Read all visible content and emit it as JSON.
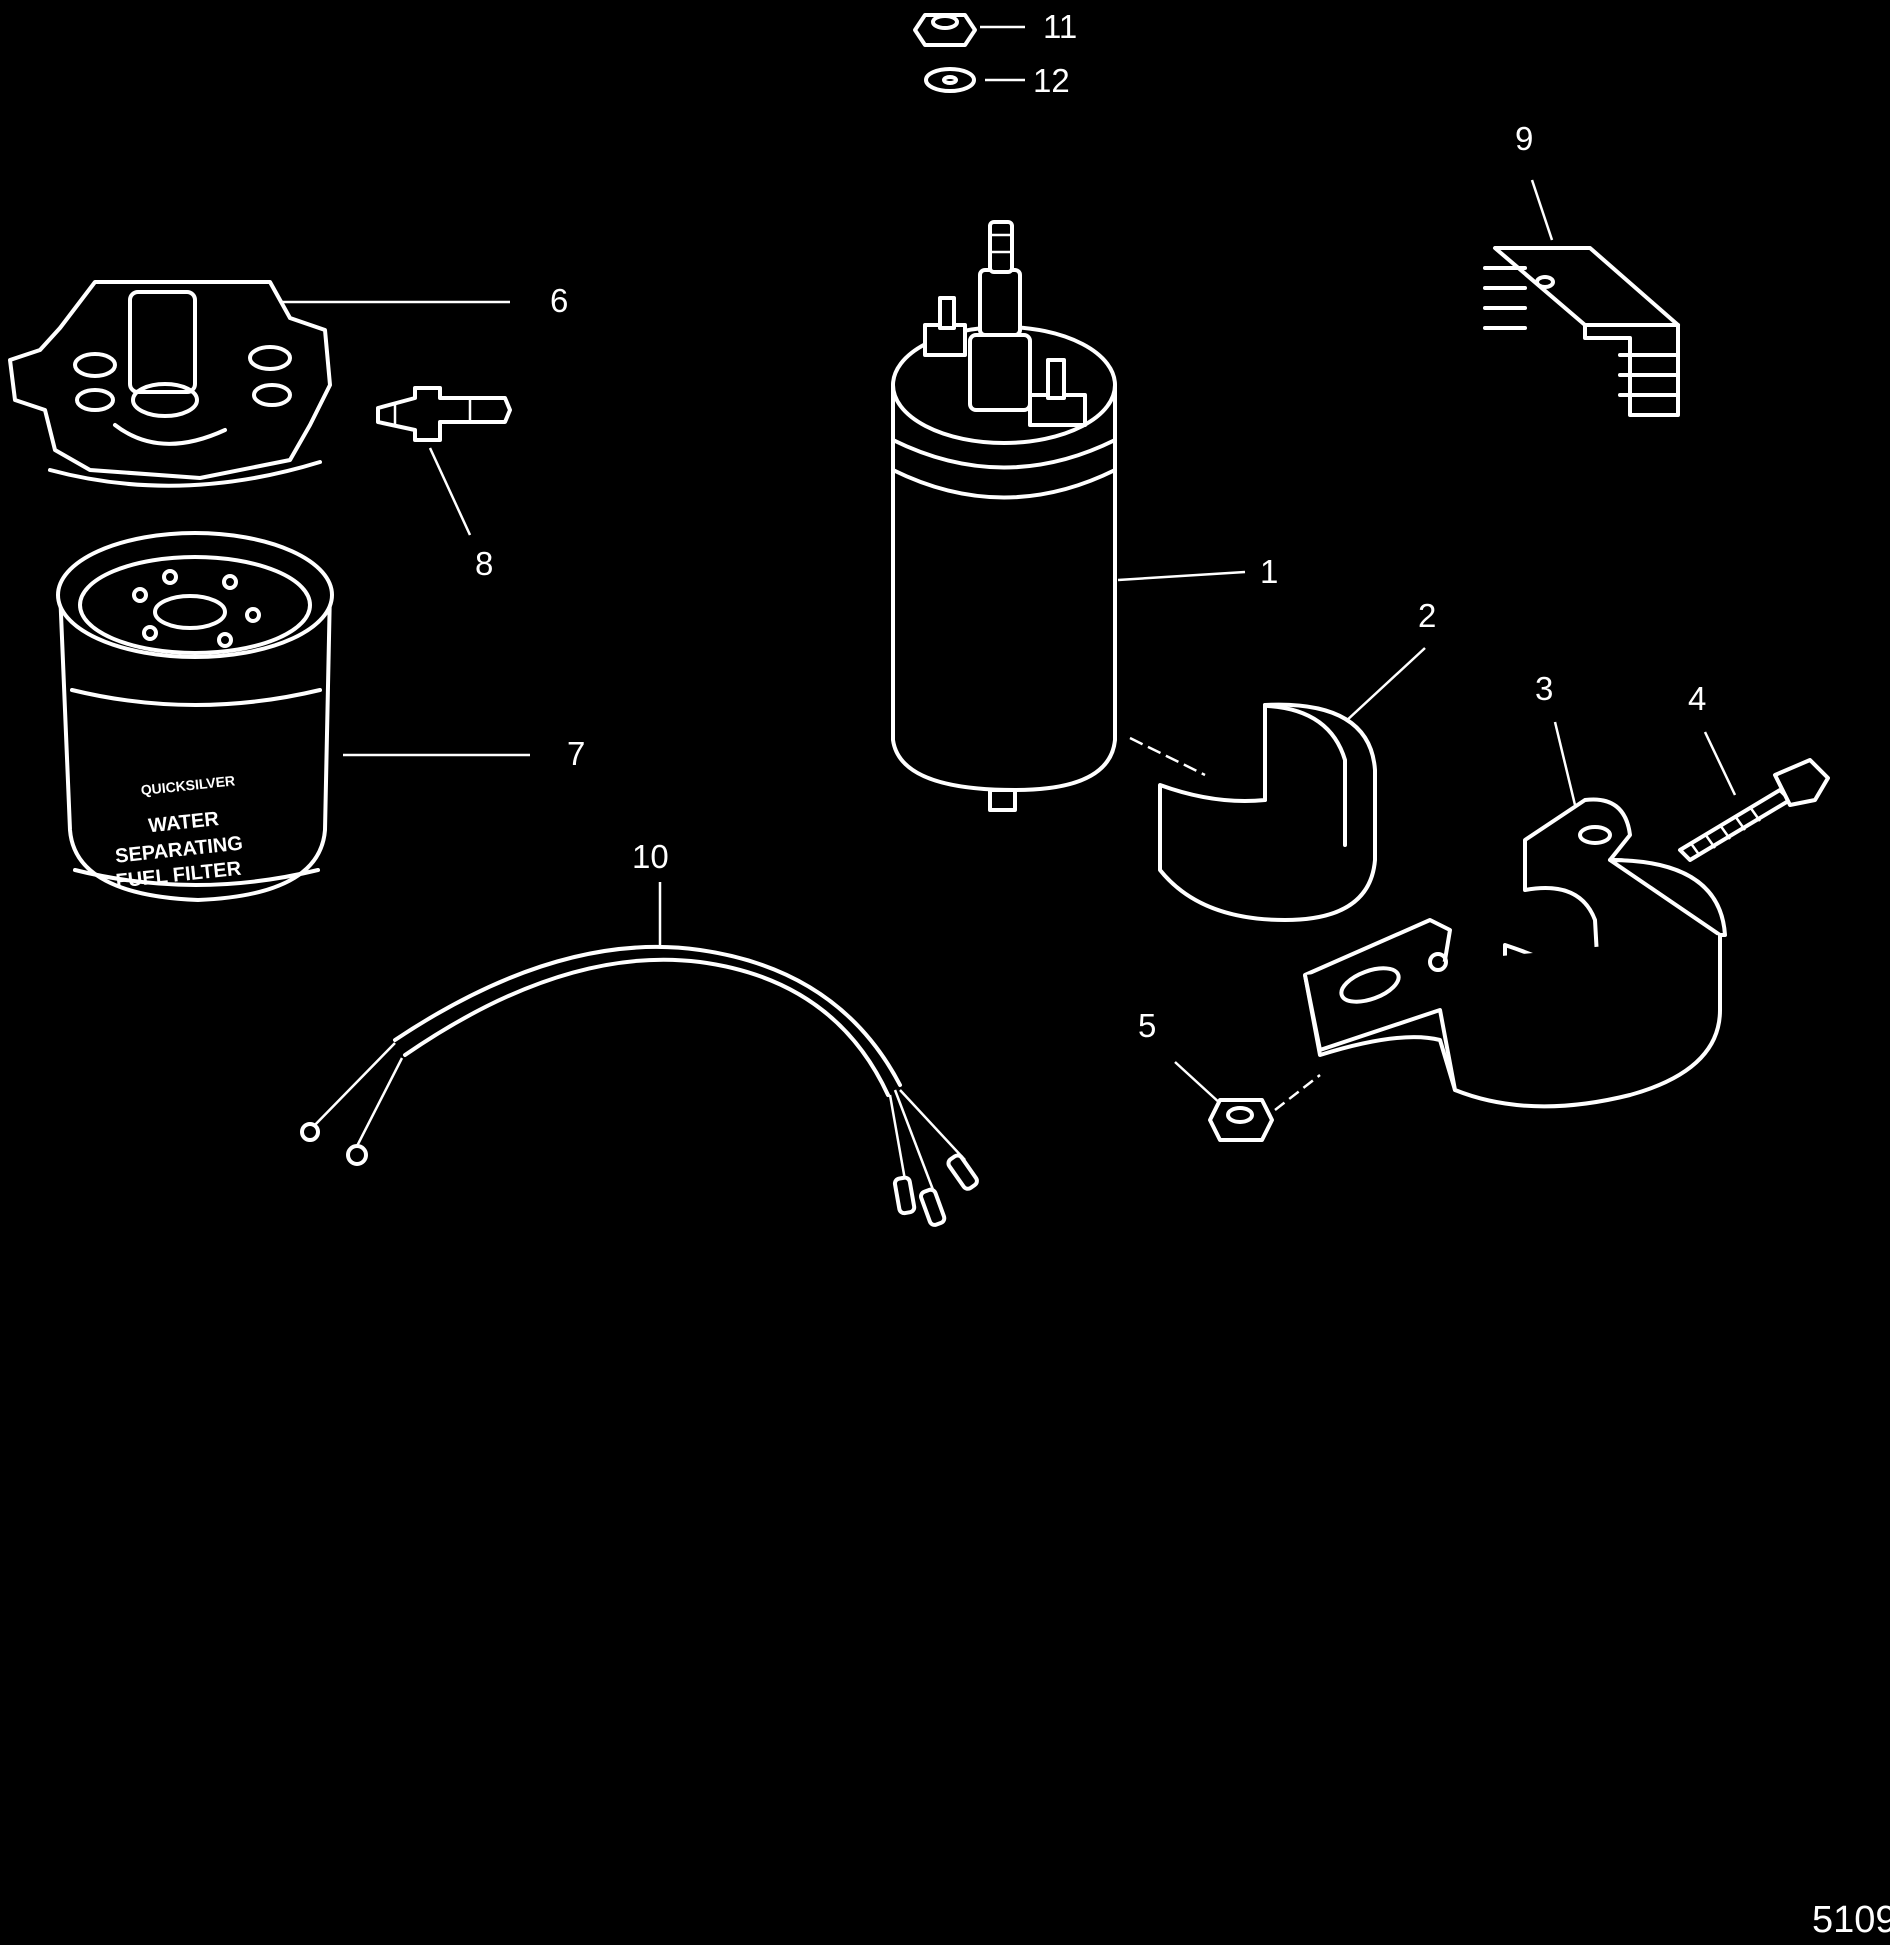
{
  "figure_id": "5109",
  "callouts": {
    "p1": "1",
    "p2": "2",
    "p3": "3",
    "p4": "4",
    "p5": "5",
    "p6": "6",
    "p7": "7",
    "p8": "8",
    "p9": "9",
    "p10": "10",
    "p11": "11",
    "p12": "12"
  },
  "filter_label": {
    "brand": "QUICKSILVER",
    "line1": "WATER",
    "line2": "SEPARATING",
    "line3": "FUEL FILTER"
  },
  "colors": {
    "background": "#000000",
    "line": "#ffffff"
  }
}
